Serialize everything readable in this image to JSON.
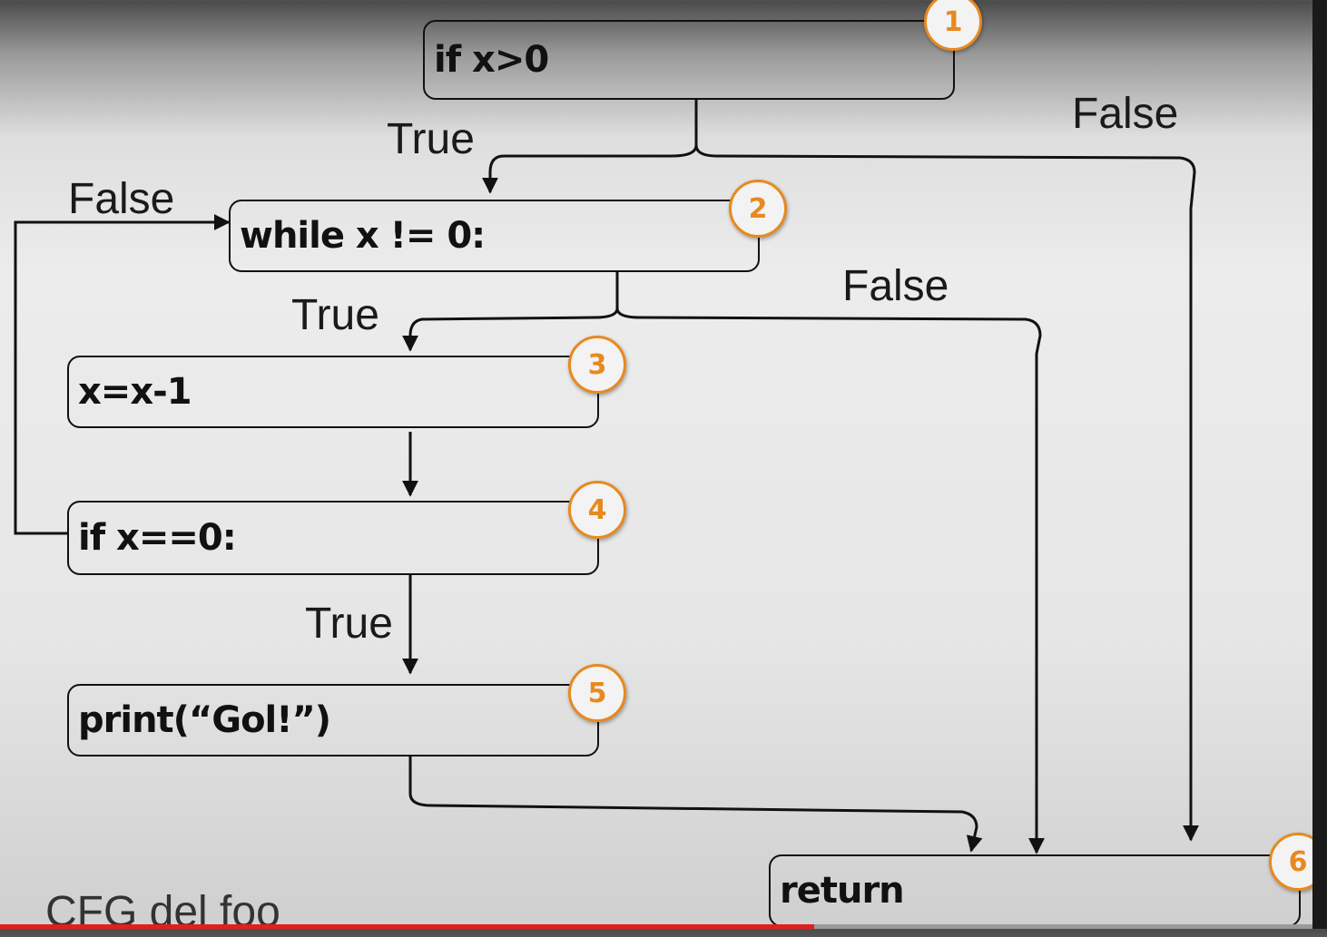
{
  "nodes": [
    {
      "id": 1,
      "label": "if x>0",
      "badge": "1"
    },
    {
      "id": 2,
      "label": "while x != 0:",
      "badge": "2"
    },
    {
      "id": 3,
      "label": "x=x-1",
      "badge": "3"
    },
    {
      "id": 4,
      "label": "if x==0:",
      "badge": "4"
    },
    {
      "id": 5,
      "label": "print(“Gol!”)",
      "badge": "5"
    },
    {
      "id": 6,
      "label": "return",
      "badge": "6"
    }
  ],
  "edges": [
    {
      "from": 1,
      "to": 2,
      "label": "True"
    },
    {
      "from": 1,
      "to": 6,
      "label": "False"
    },
    {
      "from": 2,
      "to": 3,
      "label": "True"
    },
    {
      "from": 2,
      "to": 6,
      "label": "False"
    },
    {
      "from": 3,
      "to": 4,
      "label": ""
    },
    {
      "from": 4,
      "to": 2,
      "label": "False"
    },
    {
      "from": 4,
      "to": 5,
      "label": "True"
    },
    {
      "from": 5,
      "to": 6,
      "label": ""
    }
  ],
  "caption": "CFG del foo",
  "colors": {
    "badge_accent": "#e8891f",
    "progress": "#e0201b"
  },
  "video_progress_fraction": 0.62
}
